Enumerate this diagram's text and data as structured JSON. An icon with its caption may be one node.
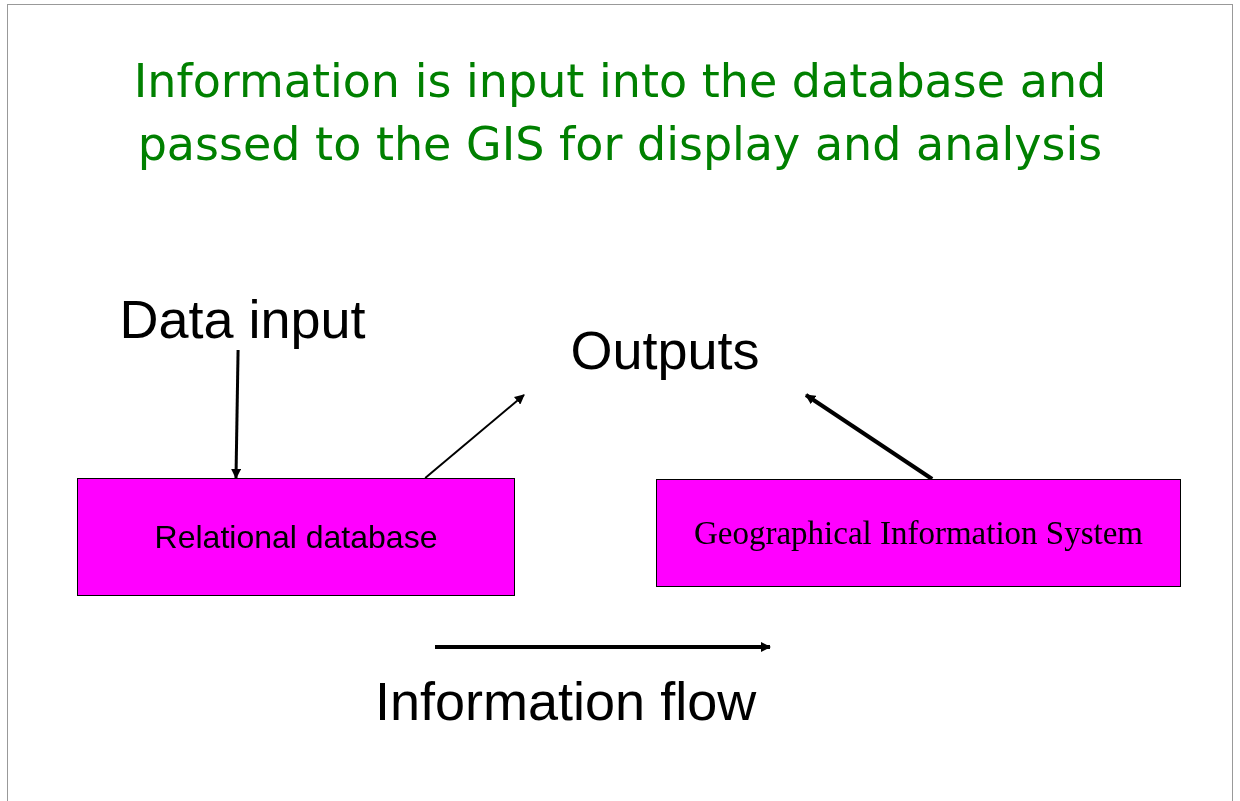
{
  "diagram": {
    "title": "Information is input into the database and passed to the GIS for display and analysis",
    "nodes": [
      {
        "text": [
          "Data input"
        ]
      },
      {
        "text": [
          "Relational database"
        ]
      },
      {
        "text": [
          "Outputs"
        ]
      },
      {
        "text": [
          "Geographical Information System"
        ]
      }
    ],
    "edges": [
      {
        "from": 0,
        "to": 1,
        "arrow": "to"
      },
      {
        "from": 1,
        "to": 2,
        "arrow": "to"
      },
      {
        "from": 3,
        "to": 2,
        "arrow": "to"
      }
    ],
    "labels": [
      "Information flow"
    ]
  }
}
